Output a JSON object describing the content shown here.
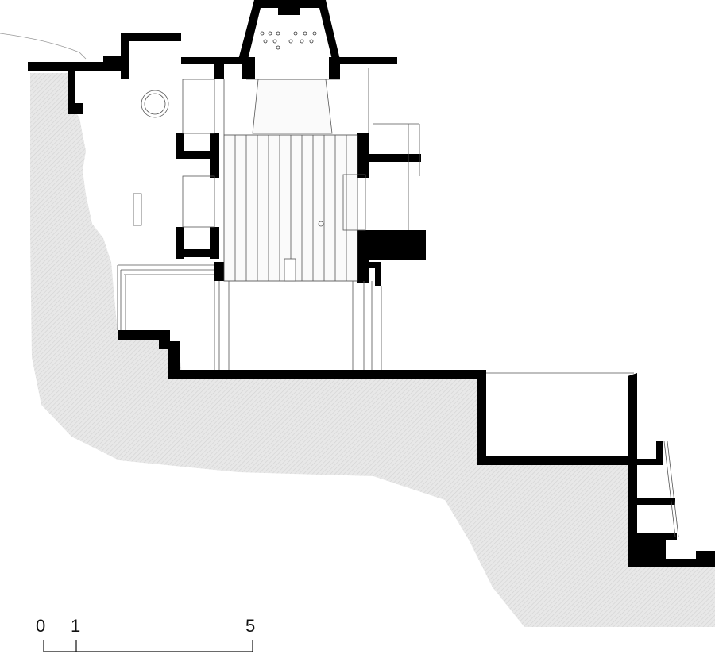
{
  "drawing": {
    "type": "architectural-section",
    "colors": {
      "background": "#ffffff",
      "cut_wall": "#000000",
      "terrain_fill": "#e6e6e6",
      "terrain_hatch": "#cfcfcf",
      "thin_line": "#555555"
    },
    "scale_bar": {
      "ticks": [
        {
          "label": "0",
          "units": 0
        },
        {
          "label": "1",
          "units": 1
        },
        {
          "label": "5",
          "units": 5
        }
      ]
    }
  }
}
